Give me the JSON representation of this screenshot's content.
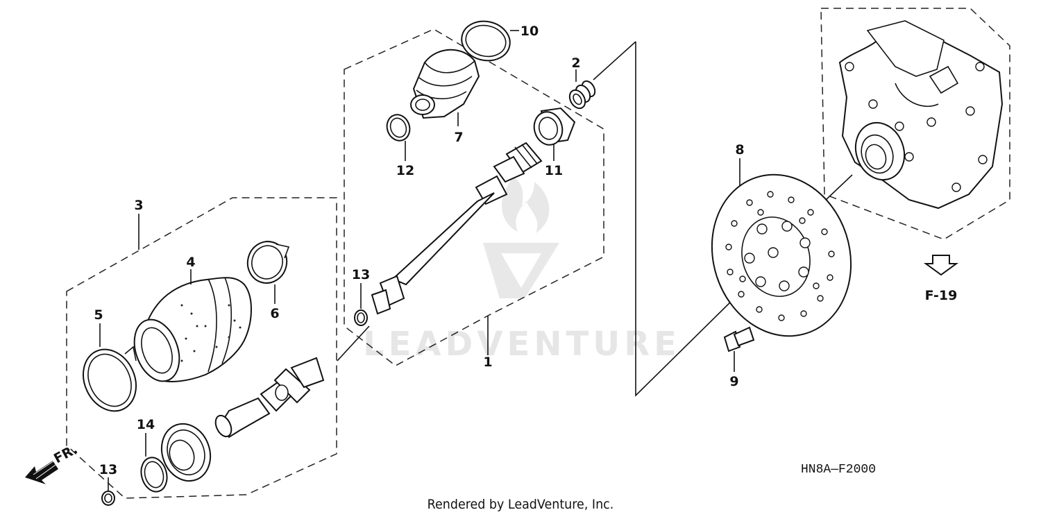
{
  "diagram": {
    "callouts": [
      "1",
      "2",
      "3",
      "4",
      "5",
      "6",
      "7",
      "8",
      "9",
      "10",
      "11",
      "12",
      "13",
      "13",
      "14"
    ],
    "reference_label": "F-19",
    "direction_label": "FR.",
    "diagram_code": "HN8A—F2000",
    "watermark": "LEADVENTURE",
    "credit": "Rendered by LeadVenture, Inc."
  }
}
